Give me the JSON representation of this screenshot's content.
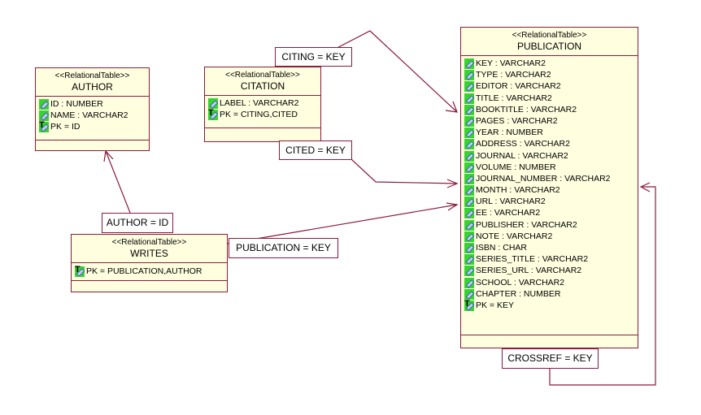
{
  "stereotype": "<<RelationalTable>>",
  "tables": {
    "author": {
      "name": "AUTHOR",
      "columns": [
        {
          "text": "ID : NUMBER",
          "pk": false
        },
        {
          "text": "NAME : VARCHAR2",
          "pk": false
        },
        {
          "text": "PK = ID",
          "pk": true
        }
      ]
    },
    "citation": {
      "name": "CITATION",
      "columns": [
        {
          "text": "LABEL : VARCHAR2",
          "pk": false
        },
        {
          "text": "PK = CITING,CITED",
          "pk": true
        }
      ]
    },
    "writes": {
      "name": "WRITES",
      "columns": [
        {
          "text": "PK = PUBLICATION,AUTHOR",
          "pk": true
        }
      ]
    },
    "publication": {
      "name": "PUBLICATION",
      "columns": [
        {
          "text": "KEY : VARCHAR2",
          "pk": false
        },
        {
          "text": "TYPE : VARCHAR2",
          "pk": false
        },
        {
          "text": "EDITOR : VARCHAR2",
          "pk": false
        },
        {
          "text": "TITLE : VARCHAR2",
          "pk": false
        },
        {
          "text": "BOOKTITLE : VARCHAR2",
          "pk": false
        },
        {
          "text": "PAGES : VARCHAR2",
          "pk": false
        },
        {
          "text": "YEAR : NUMBER",
          "pk": false
        },
        {
          "text": "ADDRESS : VARCHAR2",
          "pk": false
        },
        {
          "text": "JOURNAL : VARCHAR2",
          "pk": false
        },
        {
          "text": "VOLUME : NUMBER",
          "pk": false
        },
        {
          "text": "JOURNAL_NUMBER : VARCHAR2",
          "pk": false
        },
        {
          "text": "MONTH : VARCHAR2",
          "pk": false
        },
        {
          "text": "URL : VARCHAR2",
          "pk": false
        },
        {
          "text": "EE : VARCHAR2",
          "pk": false
        },
        {
          "text": "PUBLISHER : VARCHAR2",
          "pk": false
        },
        {
          "text": "NOTE : VARCHAR2",
          "pk": false
        },
        {
          "text": "ISBN : CHAR",
          "pk": false
        },
        {
          "text": "SERIES_TITLE : VARCHAR2",
          "pk": false
        },
        {
          "text": "SERIES_URL : VARCHAR2",
          "pk": false
        },
        {
          "text": "SCHOOL : VARCHAR2",
          "pk": false
        },
        {
          "text": "CHAPTER : NUMBER",
          "pk": false
        },
        {
          "text": "PK = KEY",
          "pk": true
        }
      ]
    }
  },
  "relations": {
    "citing": "CITING = KEY",
    "cited": "CITED = KEY",
    "author_id": "AUTHOR = ID",
    "publication_key": "PUBLICATION = KEY",
    "crossref": "CROSSREF = KEY"
  },
  "colors": {
    "line": "#8b1a3b",
    "table_fill": "#ffffe0",
    "icon_green": "#35d42e"
  }
}
